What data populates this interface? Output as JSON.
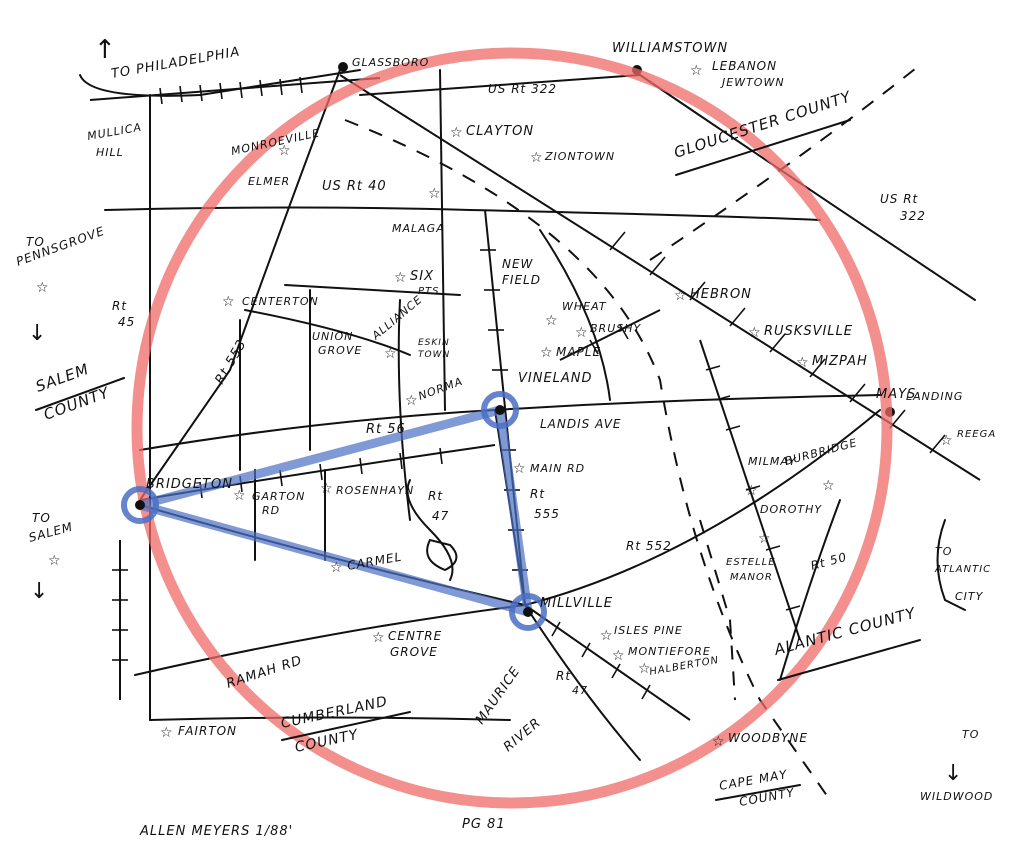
{
  "colors": {
    "ink": "#111111",
    "circle": "#ef6b68",
    "triangle": "#4a6fc4",
    "background": "#ffffff"
  },
  "places": {
    "philadelphia": "TO PHILADELPHIA",
    "glassboro": "GLASSBORO",
    "williamstown": "WILLIAMSTOWN",
    "lebanon": "LEBANON",
    "jewtown": "JEWTOWN",
    "mullica_hill_1": "MULLICA",
    "mullica_hill_2": "HILL",
    "monroeville": "MONROEVILLE",
    "clayton": "CLAYTON",
    "ziontown": "ZIONTOWN",
    "elmer": "ELMER",
    "malaga": "MALAGA",
    "penns_grove_1": "TO",
    "penns_grove_2": "PENNSGROVE",
    "centerton": "CENTERTON",
    "six_points_1": "SIX",
    "six_points_2": "PTS",
    "newfield_1": "NEW",
    "newfield_2": "FIELD",
    "wheat": "WHEAT",
    "brushy": "BRUSHY",
    "maple": "MAPLE",
    "hebron": "HEBRON",
    "rusksville": "RUSKSVILLE",
    "mizpah": "MIZPAH",
    "union_grove_1": "UNION",
    "union_grove_2": "GROVE",
    "alliance": "ALLIANCE",
    "eskin_town_1": "ESKIN",
    "eskin_town_2": "TOWN",
    "norma": "NORMA",
    "vineland": "VINELAND",
    "landis_ave": "LANDIS AVE",
    "mays_landing_1": "MAYS",
    "mays_landing_2": "LANDING",
    "reega": "REEGA",
    "bridgeton": "BRIDGETON",
    "garton_rd_1": "GARTON",
    "garton_rd_2": "RD",
    "rosenhayn": "ROSENHAYN",
    "main_rd": "MAIN RD",
    "milmay": "MILMAY",
    "dorothy": "DOROTHY",
    "burbridge": "BURBRIDGE",
    "to_salem_1": "TO",
    "to_salem_2": "SALEM",
    "carmel": "CARMEL",
    "estelle_manor_1": "ESTELLE",
    "estelle_manor_2": "MANOR",
    "atlantic_city_1": "TO",
    "atlantic_city_2": "ATLANTIC",
    "atlantic_city_3": "CITY",
    "millville": "MILLVILLE",
    "isles_pine": "ISLES PINE",
    "montiefore": "MONTIEFORE",
    "halberton": "HALBERTON",
    "centre_grove_1": "CENTRE",
    "centre_grove_2": "GROVE",
    "ramah_rd": "RAMAH RD",
    "fairton": "FAIRTON",
    "maurice_river_1": "MAURICE",
    "maurice_river_2": "RIVER",
    "woodbyne": "WOODBYNE",
    "to_wildwood_1": "TO",
    "to_wildwood_2": "WILDWOOD"
  },
  "roads": {
    "us322_top": "US Rt 322",
    "us40": "US Rt 40",
    "us322_right_1": "US Rt",
    "us322_right_2": "322",
    "rt45_1": "Rt",
    "rt45_2": "45",
    "rt553": "Rt 553",
    "rt56": "Rt 56",
    "rt47_1": "Rt",
    "rt47_2": "47",
    "rt555_1": "Rt",
    "rt555_2": "555",
    "rt552": "Rt 552",
    "rt50": "Rt 50",
    "rt47_lower_1": "Rt",
    "rt47_lower_2": "47"
  },
  "counties": {
    "gloucester": "GLOUCESTER COUNTY",
    "salem_1": "SALEM",
    "salem_2": "COUNTY",
    "atlantic": "ALANTIC COUNTY",
    "cumberland_1": "CUMBERLAND",
    "cumberland_2": "COUNTY",
    "cape_may_1": "CAPE MAY",
    "cape_may_2": "COUNTY"
  },
  "credits": {
    "author": "ALLEN MEYERS 1/88'",
    "page": "PG 81"
  },
  "icons": {
    "star": "☆",
    "arrow_up": "↑",
    "arrow_down": "↓"
  }
}
